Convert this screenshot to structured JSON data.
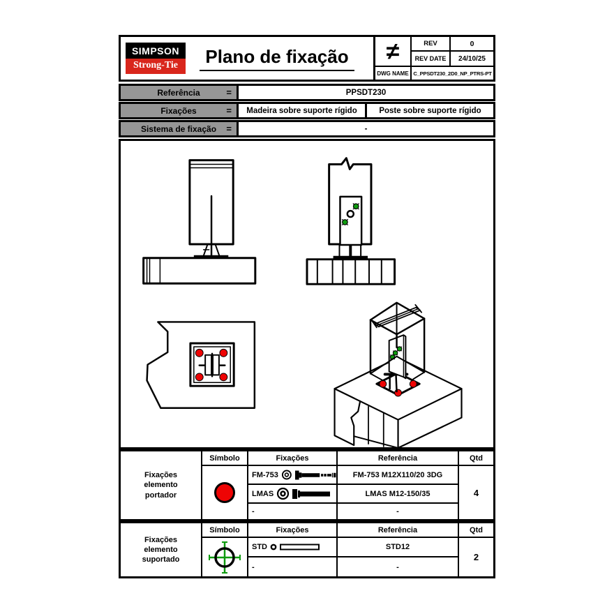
{
  "header": {
    "logo_line1": "SIMPSON",
    "logo_line2": "Strong-Tie",
    "title": "Plano de fixação",
    "rev_block": {
      "scale_symbol": "≠",
      "rev_label": "REV",
      "rev_value": "0",
      "rev_date_label": "REV DATE",
      "rev_date_value": "24/10/25",
      "dwg_name_label": "DWG NAME",
      "dwg_name_value": "C_PPSDT230_2D0_NP_PTRS-PT"
    }
  },
  "reference_table": {
    "rows": [
      {
        "label": "Referência",
        "eq": "=",
        "values": [
          "PPSDT230"
        ]
      },
      {
        "label": "Fixações",
        "eq": "=",
        "values": [
          "Madeira sobre suporte rígido",
          "Poste sobre suporte rígido"
        ]
      },
      {
        "label": "Sistema de fixação",
        "eq": "=",
        "values": [
          "-"
        ]
      }
    ]
  },
  "fixings_tables": [
    {
      "row_header": "Fixações elemento portador",
      "columns": [
        "Símbolo",
        "Fixações",
        "Referência",
        "Qtd"
      ],
      "symbol": "red-anchor-circle",
      "rows": [
        {
          "code": "FM-753",
          "reference": "FM-753 M12X110/20 3DG"
        },
        {
          "code": "LMAS",
          "reference": "LMAS M12-150/35"
        },
        {
          "code": "-",
          "reference": "-"
        }
      ],
      "qty": "4"
    },
    {
      "row_header": "Fixações elemento suportado",
      "columns": [
        "Símbolo",
        "Fixações",
        "Referência",
        "Qtd"
      ],
      "symbol": "green-crosshair-target",
      "rows": [
        {
          "code": "STD",
          "reference": "STD12"
        },
        {
          "code": "-",
          "reference": "-"
        }
      ],
      "qty": "2"
    }
  ],
  "colors": {
    "brand-red": "#d9261c",
    "cell-gray": "#969696",
    "anchor-red": "#ee0404",
    "screw-green": "#0f9b0f"
  }
}
